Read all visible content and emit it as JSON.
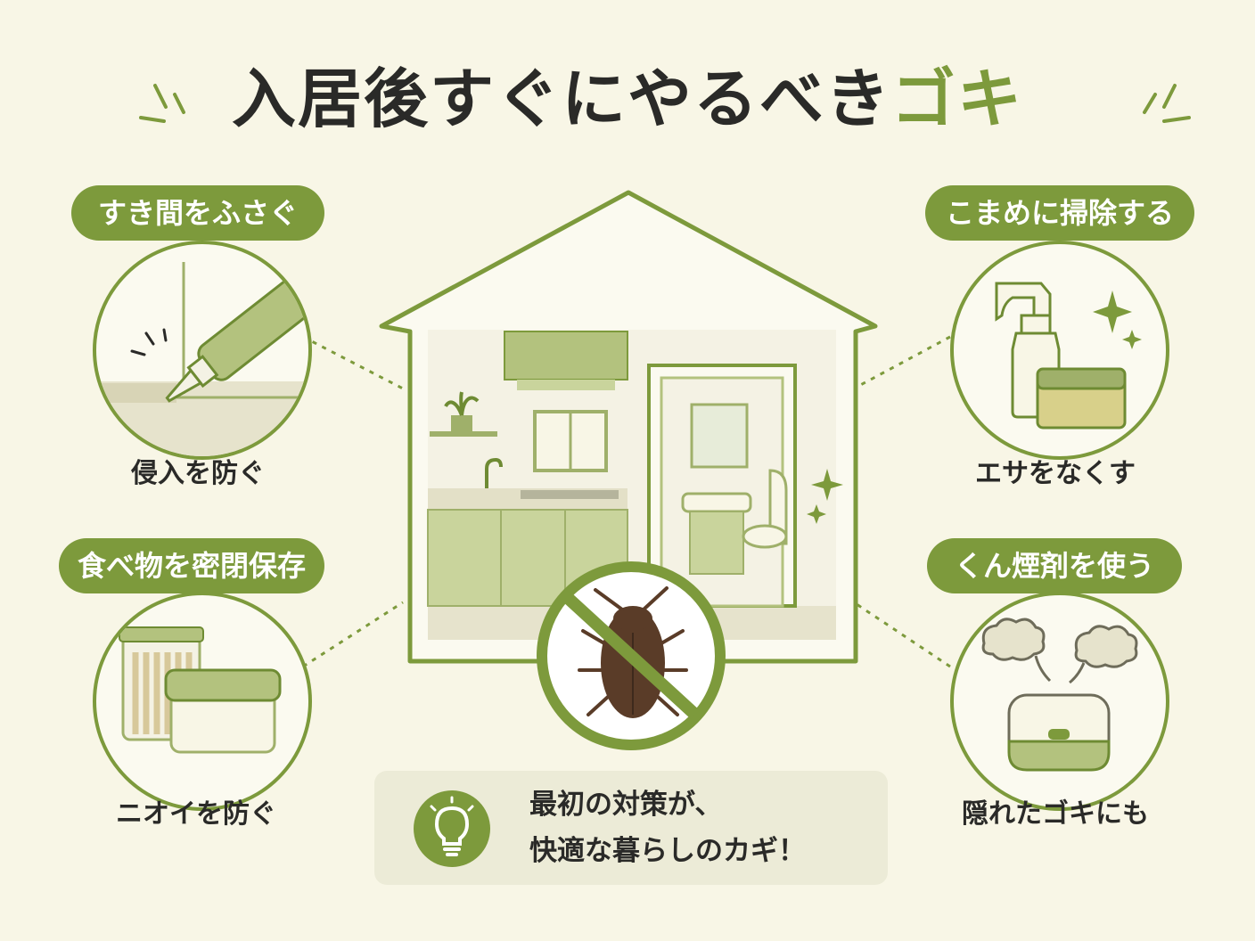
{
  "title": {
    "main": "入居後すぐにやるべき",
    "accent": "ゴキ"
  },
  "colors": {
    "background": "#f8f6e6",
    "accent": "#7d9a3c",
    "light_green": "#c9d49c",
    "roach": "#5a3c28",
    "text": "#2a2a28"
  },
  "tips": [
    {
      "label": "すき間をふさぐ",
      "caption": "侵入を防ぐ",
      "icon": "caulk-gun-icon"
    },
    {
      "label": "食べ物を密閉保存",
      "caption": "ニオイを防ぐ",
      "icon": "food-container-icon"
    },
    {
      "label": "こまめに掃除する",
      "caption": "エサをなくす",
      "icon": "spray-sponge-icon"
    },
    {
      "label": "くん煙剤を使う",
      "caption": "隠れたゴキにも",
      "icon": "fumigator-icon"
    }
  ],
  "center": {
    "illustration": "house-interior-icon",
    "badge": "no-cockroach-icon"
  },
  "message": {
    "icon": "lightbulb-icon",
    "line1": "最初の対策が、",
    "line2": "快適な暮らしのカギ！"
  }
}
